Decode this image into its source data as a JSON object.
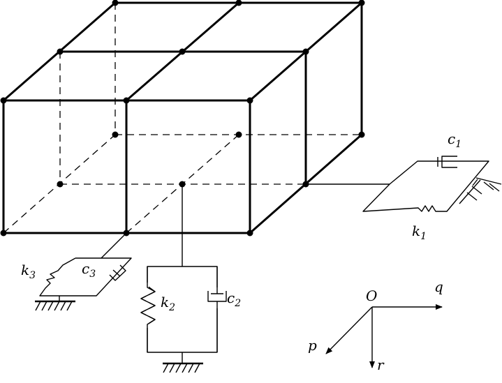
{
  "labels": {
    "c1": {
      "main": "c",
      "sub": "1"
    },
    "k1": {
      "main": "k",
      "sub": "1"
    },
    "k2": {
      "main": "k",
      "sub": "2"
    },
    "c2": {
      "main": "c",
      "sub": "2"
    },
    "k3": {
      "main": "k",
      "sub": "3"
    },
    "c3": {
      "main": "c",
      "sub": "3"
    }
  },
  "axes": {
    "origin": "O",
    "q": "q",
    "p": "p",
    "r": "r"
  }
}
